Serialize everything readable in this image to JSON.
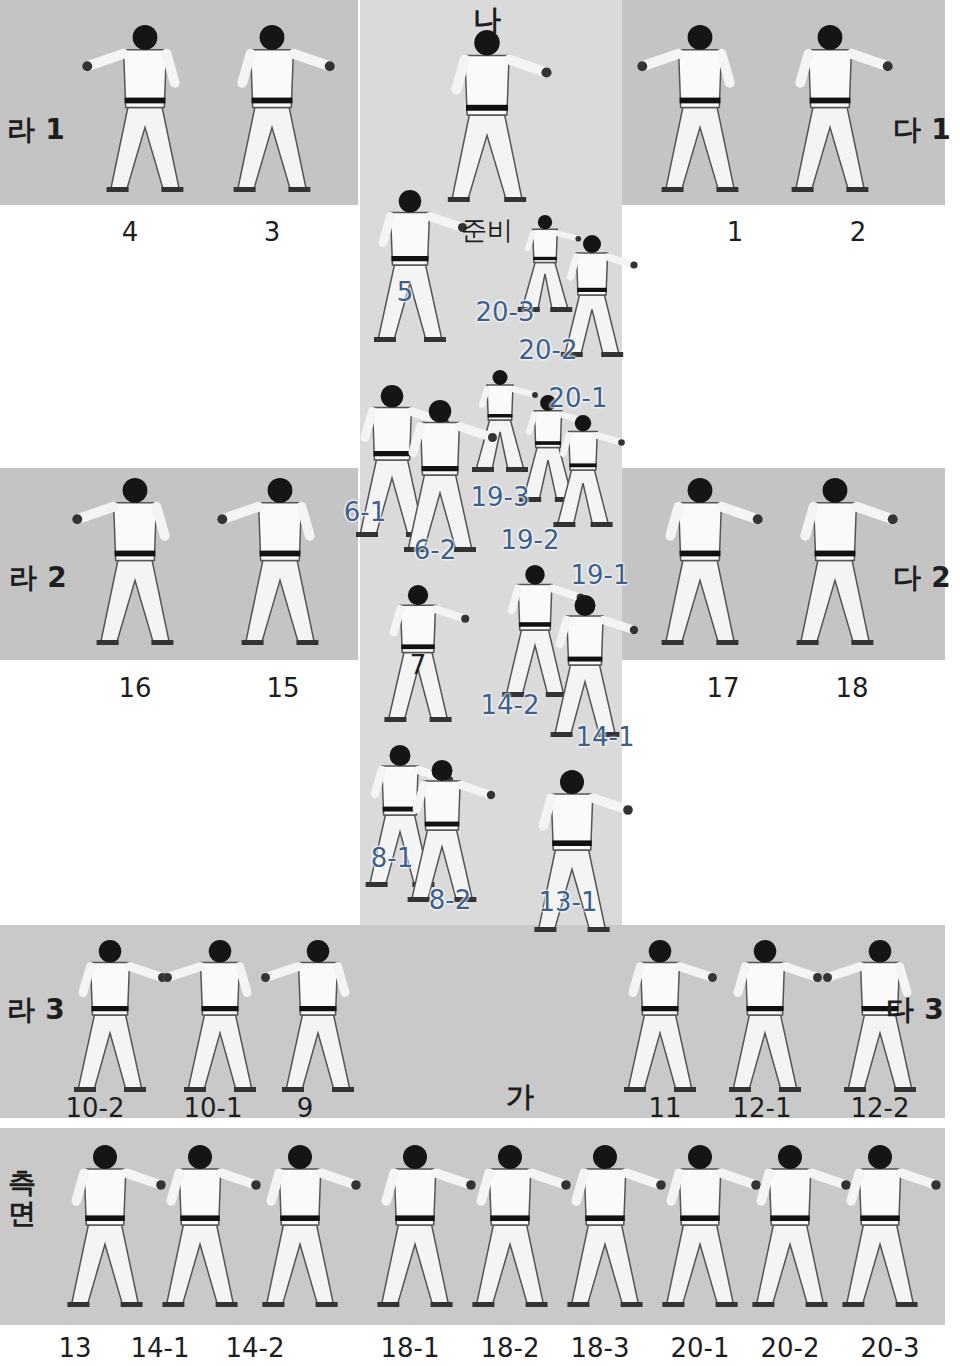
{
  "diagram": {
    "nodes": [
      {
        "text": [
          "나"
        ]
      },
      {
        "text": [
          "라 1"
        ]
      },
      {
        "text": [
          "다 1"
        ]
      },
      {
        "text": [
          "라 2"
        ]
      },
      {
        "text": [
          "다 2"
        ]
      },
      {
        "text": [
          "라 3",
          "다 3",
          "가"
        ]
      },
      {
        "text": [
          "측면"
        ]
      }
    ],
    "labels": [
      "4",
      "3",
      "준비",
      "1",
      "2",
      "5",
      "20-3",
      "20-2",
      "20-1",
      "6-1",
      "19-3",
      "6-2",
      "19-2",
      "19-1",
      "16",
      "15",
      "17",
      "18",
      "7",
      "14-2",
      "14-1",
      "8-1",
      "8-2",
      "13-1",
      "10-2",
      "10-1",
      "9",
      "11",
      "12-1",
      "12-2",
      "13",
      "14-1",
      "14-2",
      "18-1",
      "18-2",
      "18-3",
      "20-1",
      "20-2",
      "20-3"
    ]
  }
}
